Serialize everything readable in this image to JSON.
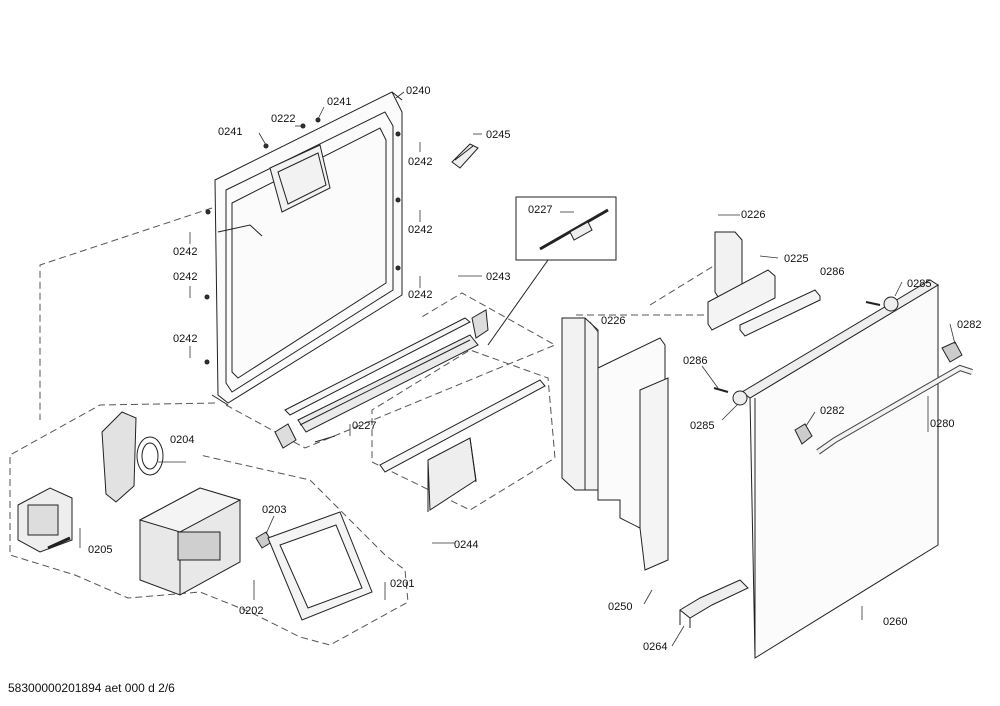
{
  "footer": {
    "doc_id": "58300000201894 aet 000 d 2/6"
  },
  "callouts": [
    {
      "id": "c0240",
      "label": "0240"
    },
    {
      "id": "c0241a",
      "label": "0241"
    },
    {
      "id": "c0241b",
      "label": "0241"
    },
    {
      "id": "c0222",
      "label": "0222"
    },
    {
      "id": "c0242a",
      "label": "0242"
    },
    {
      "id": "c0242b",
      "label": "0242"
    },
    {
      "id": "c0242c",
      "label": "0242"
    },
    {
      "id": "c0242d",
      "label": "0242"
    },
    {
      "id": "c0242e",
      "label": "0242"
    },
    {
      "id": "c0242f",
      "label": "0242"
    },
    {
      "id": "c0245",
      "label": "0245"
    },
    {
      "id": "c0243",
      "label": "0243"
    },
    {
      "id": "c0227a",
      "label": "0227"
    },
    {
      "id": "c0227b",
      "label": "0227"
    },
    {
      "id": "c0204",
      "label": "0204"
    },
    {
      "id": "c0205",
      "label": "0205"
    },
    {
      "id": "c0203",
      "label": "0203"
    },
    {
      "id": "c0202",
      "label": "0202"
    },
    {
      "id": "c0201",
      "label": "0201"
    },
    {
      "id": "c0244",
      "label": "0244"
    },
    {
      "id": "c0226a",
      "label": "0226"
    },
    {
      "id": "c0226b",
      "label": "0226"
    },
    {
      "id": "c0225",
      "label": "0225"
    },
    {
      "id": "c0286a",
      "label": "0286"
    },
    {
      "id": "c0286b",
      "label": "0286"
    },
    {
      "id": "c0285a",
      "label": "0285"
    },
    {
      "id": "c0285b",
      "label": "0285"
    },
    {
      "id": "c0282a",
      "label": "0282"
    },
    {
      "id": "c0282b",
      "label": "0282"
    },
    {
      "id": "c0280",
      "label": "0280"
    },
    {
      "id": "c0250",
      "label": "0250"
    },
    {
      "id": "c0264",
      "label": "0264"
    },
    {
      "id": "c0260",
      "label": "0260"
    }
  ]
}
